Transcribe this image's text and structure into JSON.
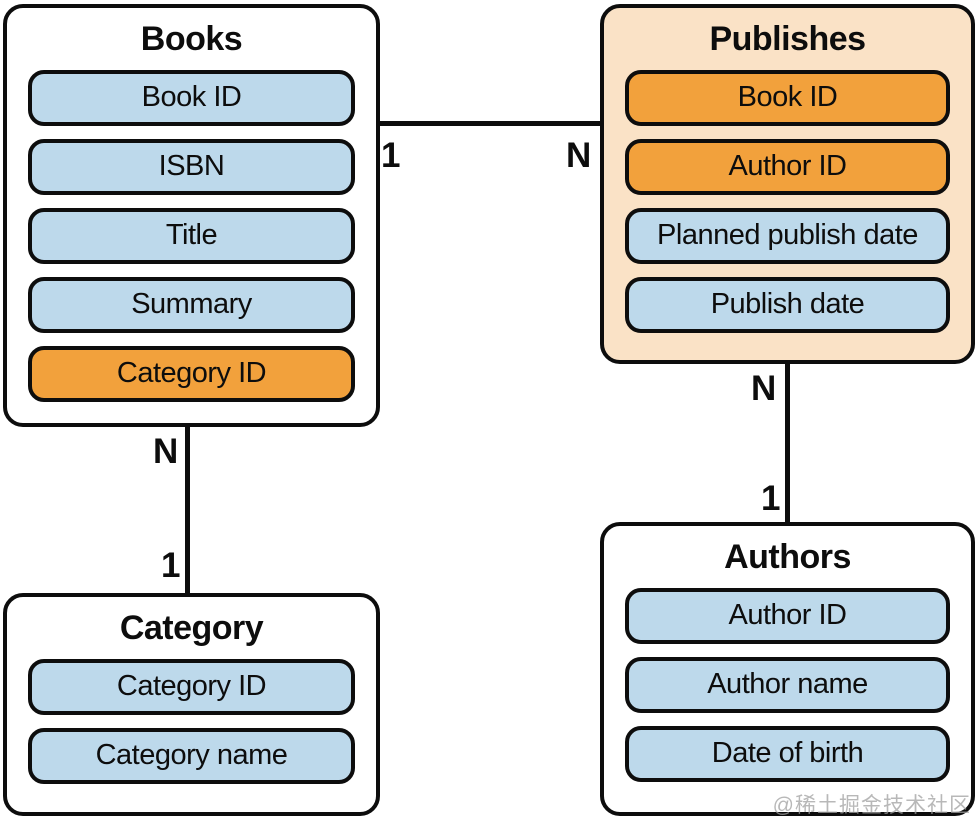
{
  "entities": [
    {
      "id": "books",
      "title": "Books",
      "fields": [
        {
          "label": "Book ID",
          "kind": "attribute"
        },
        {
          "label": "ISBN",
          "kind": "attribute"
        },
        {
          "label": "Title",
          "kind": "attribute"
        },
        {
          "label": "Summary",
          "kind": "attribute"
        },
        {
          "label": "Category ID",
          "kind": "foreign-key"
        }
      ]
    },
    {
      "id": "publishes",
      "title": "Publishes",
      "fields": [
        {
          "label": "Book ID",
          "kind": "foreign-key"
        },
        {
          "label": "Author ID",
          "kind": "foreign-key"
        },
        {
          "label": "Planned publish date",
          "kind": "attribute"
        },
        {
          "label": "Publish date",
          "kind": "attribute"
        }
      ]
    },
    {
      "id": "category",
      "title": "Category",
      "fields": [
        {
          "label": "Category ID",
          "kind": "attribute"
        },
        {
          "label": "Category name",
          "kind": "attribute"
        }
      ]
    },
    {
      "id": "authors",
      "title": "Authors",
      "fields": [
        {
          "label": "Author ID",
          "kind": "attribute"
        },
        {
          "label": "Author name",
          "kind": "attribute"
        },
        {
          "label": "Date of birth",
          "kind": "attribute"
        }
      ]
    }
  ],
  "relationships": [
    {
      "from": "Books",
      "to": "Publishes",
      "from_cardinality": "1",
      "to_cardinality": "N"
    },
    {
      "from": "Books",
      "to": "Category",
      "from_cardinality": "N",
      "to_cardinality": "1"
    },
    {
      "from": "Publishes",
      "to": "Authors",
      "from_cardinality": "N",
      "to_cardinality": "1"
    }
  ],
  "watermark": "@稀土掘金技术社区",
  "colors": {
    "attribute_fill": "#bdd9eb",
    "key_fill": "#f2a13c",
    "publishes_entity_fill": "#fae2c6",
    "entity_fill": "#ffffff",
    "line": "#0d0d0d"
  }
}
